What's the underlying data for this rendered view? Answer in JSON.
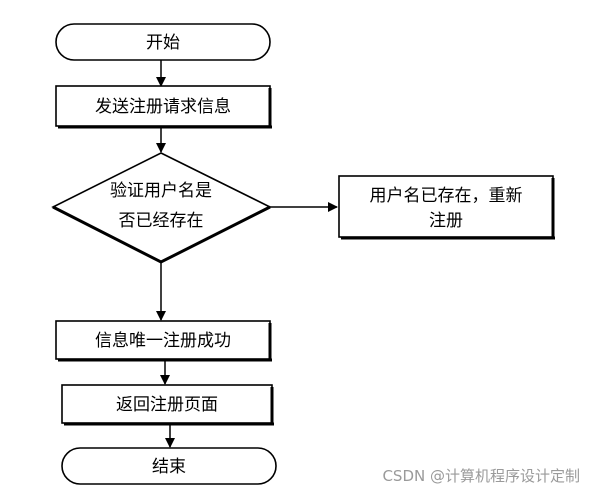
{
  "flowchart": {
    "start": "开始",
    "send_request": "发送注册请求信息",
    "check_line1": "验证用户名是",
    "check_line2": "否已经存在",
    "exists_line1": "用户名已存在，重新",
    "exists_line2": "注册",
    "unique_success": "信息唯一注册成功",
    "return_page": "返回注册页面",
    "end": "结束"
  },
  "watermark": "CSDN @计算机程序设计定制"
}
